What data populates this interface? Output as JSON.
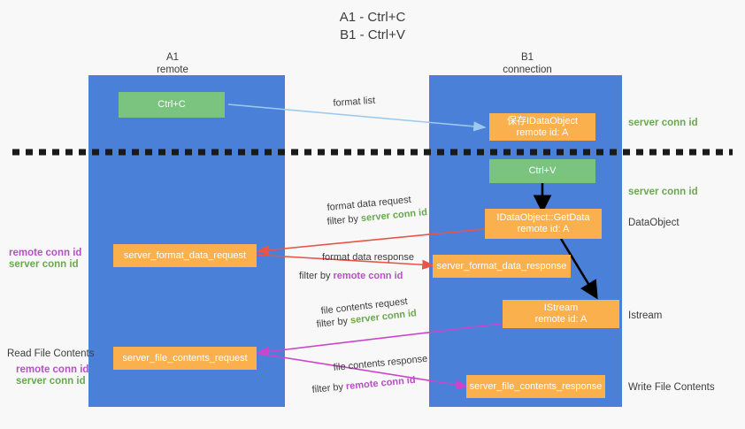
{
  "title": {
    "line1": "A1 - Ctrl+C",
    "line2": "B1 - Ctrl+V"
  },
  "columns": [
    {
      "name": "A1",
      "sub": "remote"
    },
    {
      "name": "B1",
      "sub": "connection"
    }
  ],
  "boxes": {
    "ctrl_c": "Ctrl+C",
    "ctrl_v": "Ctrl+V",
    "save_idataobject_l1": "保存IDataObject",
    "save_idataobject_l2": "remote id: A",
    "getdata_l1": "IDataObject::GetData",
    "getdata_l2": "remote id: A",
    "istream_l1": "IStream",
    "istream_l2": "remote id: A",
    "server_format_data_request": "server_format_data_request",
    "server_format_data_response": "server_format_data_response",
    "server_file_contents_request": "server_file_contents_request",
    "server_file_contents_response": "server_file_contents_response"
  },
  "right_labels": {
    "server_conn_id_top": "server conn id",
    "server_conn_id_mid": "server conn id",
    "dataobject": "DataObject",
    "istream": "Istream",
    "write_file_contents": "Write File Contents"
  },
  "left_labels": {
    "remote_conn_id_1": "remote conn id",
    "server_conn_id_1": "server conn id",
    "read_file_contents": "Read File Contents",
    "remote_conn_id_2": "remote conn id",
    "server_conn_id_2": "server conn id"
  },
  "arrow_captions": {
    "format_list": "format list",
    "format_data_request": "format data request",
    "format_data_request_filter_prefix": "filter by ",
    "format_data_request_filter_value": "server conn id",
    "format_data_response": "format data response",
    "format_data_response_filter_prefix": "filter by ",
    "format_data_response_filter_value": "remote conn id",
    "file_contents_request": "file contents request",
    "file_contents_request_filter_prefix": "filter by ",
    "file_contents_request_filter_value": "server conn id",
    "file_contents_response": "file contents response",
    "file_contents_response_filter_prefix": "filter by ",
    "file_contents_response_filter_value": "remote conn id"
  },
  "colors": {
    "lane": "#4a80d8",
    "green_box": "#7ac47f",
    "orange_box": "#fbb04e",
    "green_text": "#6aa84f",
    "purple_text": "#b84ec8",
    "red_arrow": "#e8544a",
    "magenta_arrow": "#cc44cc",
    "blue_arrow": "#9ec9ef",
    "black_arrow": "#000000",
    "background": "#f8f8f8"
  }
}
